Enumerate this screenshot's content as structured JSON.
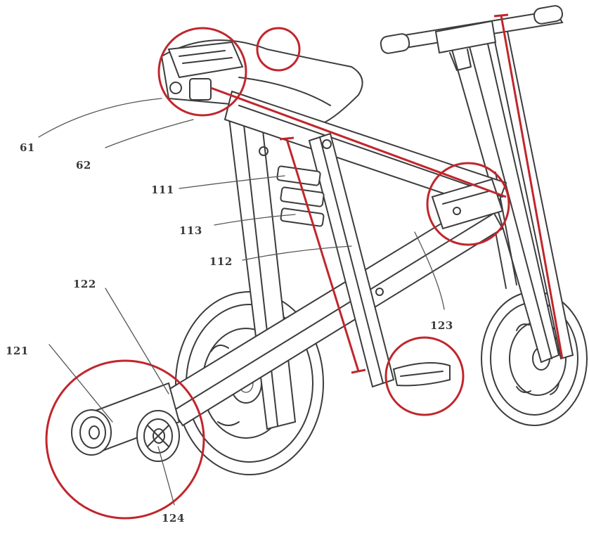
{
  "labels": {
    "l61": "61",
    "l62": "62",
    "l111": "111",
    "l113": "113",
    "l112": "112",
    "l122": "122",
    "l121": "121",
    "l123": "123",
    "l124": "124"
  },
  "colors": {
    "highlight": "#c0262c",
    "drawing": "#3c3c3c"
  }
}
